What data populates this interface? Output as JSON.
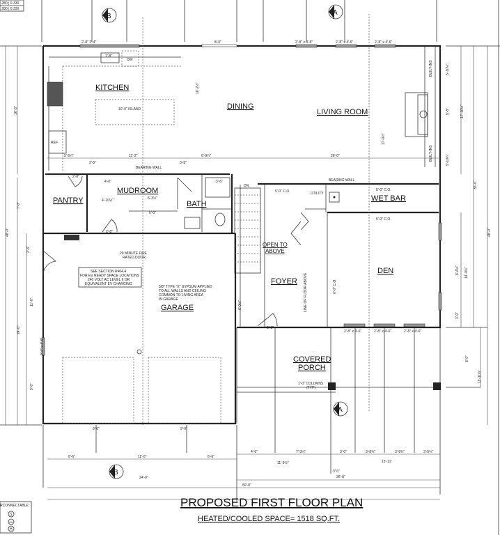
{
  "title": "PROPOSED FIRST FLOOR PLAN",
  "subtitle": "HEATED/COOLED SPACE= 1518 SQ.FT.",
  "rooms": {
    "kitchen": "KITCHEN",
    "dining": "DINING",
    "living": "LIVING ROOM",
    "pantry": "PANTRY",
    "mudroom": "MUDROOM",
    "bath": "BATH",
    "wetbar": "WET BAR",
    "utility": "UTILITY",
    "open_above_1": "OPEN TO",
    "open_above_2": "ABOVE",
    "foyer": "FOYER",
    "den": "DEN",
    "garage": "GARAGE",
    "porch_1": "COVERED",
    "porch_2": "PORCH"
  },
  "notes": {
    "island": "10'-0\" ISLAND",
    "bearing_wall": "BEARING WALL",
    "dw": "DW",
    "ref": "REF",
    "built_ins": "BUILT-INS",
    "fire_door_1": "20 MINUTE FIRE",
    "fire_door_2": "RATED DOOR",
    "ev_1": "SEE SECTION R404.4",
    "ev_2": "FOR EV READY SPACE LOCATIONS",
    "ev_3": "240 VOLT AC LEVEL II OR",
    "ev_4": "EQUIVALENT EV CHARGING",
    "gyp_1": "5/8\" TYPE \"X\" GYPSUM APPLIED",
    "gyp_2": "TO ALL WALLS AND CEILING",
    "gyp_3": "COMMON TO LIVING AREA",
    "gyp_4": "IN GARAGE",
    "columns_1": "1'-0\" COLUMNS",
    "columns_2": "(TYP)",
    "line_floor_above": "LINE OF FLOOR ABOVE",
    "co": "5'-0\" C.O.",
    "co_den": "6'-0\" C.O.",
    "dn": "DN",
    "legend_header": "RCONNECTABLE:",
    "legend_s": "S",
    "legend_cm": "CM",
    "legend_h": "H",
    "section_a": "A",
    "section_b": "B",
    "table_1": ".280 | 0.330",
    "table_2": ".280 | 0.330"
  },
  "dims": {
    "win_kitchen": "2'-8\" 3'-4\"",
    "win_dining": "8'-0\"",
    "win_lr": "2'-8\" x 4'-6\"",
    "sink": "1'-8\"",
    "kitchen_h": "16'-2½\"",
    "left_top": "16'-3\"",
    "d_5_5": "5'-5¼\"",
    "d_11_2": "11'-2\"",
    "d_6_9": "6'-9¼\"",
    "d_26": "26'-0\"",
    "d_3_5a": "3'-5\"",
    "d_3_5b": "3'-5\"",
    "d_2_0": "2'-0\"",
    "d_4_0": "4'-0\"",
    "d_4_10": "4'-10½\"",
    "d_6_3": "6'-3½\"",
    "d_5_0": "5'-0\"",
    "d_2_8": "2'-8\"",
    "d_3_6": "3'-6\"",
    "d_17_9": "17'-9½\"",
    "d_5_10a": "5'-10¼\"",
    "d_5_8": "5'-8\"",
    "d_5_10b": "5'-10¼\"",
    "d_17_10": "17'-10½\"",
    "d_36": "36'-0\"",
    "d_48": "48'-0\"",
    "d_7_0": "7'-0\"",
    "d_3_6b": "3'-6\"",
    "d_11_0": "11'-0\"",
    "d_24": "24'-0\"",
    "d_9_6": "9'-6\"",
    "d_garage_win": "2'-6\" x 4'-6\"",
    "d_9_0a": "9'-0\"",
    "d_9_0b": "9'-0\"",
    "d_8_6": "8'-6½\"",
    "d_14_0": "14'-0½\"",
    "d_3_0": "3'-0\"",
    "d_8_0": "8'-0\"",
    "d_11_11": "11'-11½\"",
    "d_den_win": "2'-8\" x 4'-6\"",
    "d_foyer_door": "5'-8\"",
    "d_6_0": "6'-0½\"",
    "b_6_6a": "6'-6\"",
    "b_11_0": "11'-0\"",
    "b_6_6b": "6'-6\"",
    "b_4_6": "4'-6\"",
    "b_7_3": "7'-3¼\"",
    "b_3_0": "3'-0\"",
    "b_3_8a": "3'-8¾\"",
    "b_3_8b": "3'-8¾\"",
    "b_3_5": "3'-5¼\"",
    "b_11_9": "11'-9½\"",
    "b_13_11": "13'-11\"",
    "b_3_4": "3'¼\"",
    "b_24": "24'-0\"",
    "b_26": "26'-0\"",
    "b_50": "50'-0\""
  }
}
